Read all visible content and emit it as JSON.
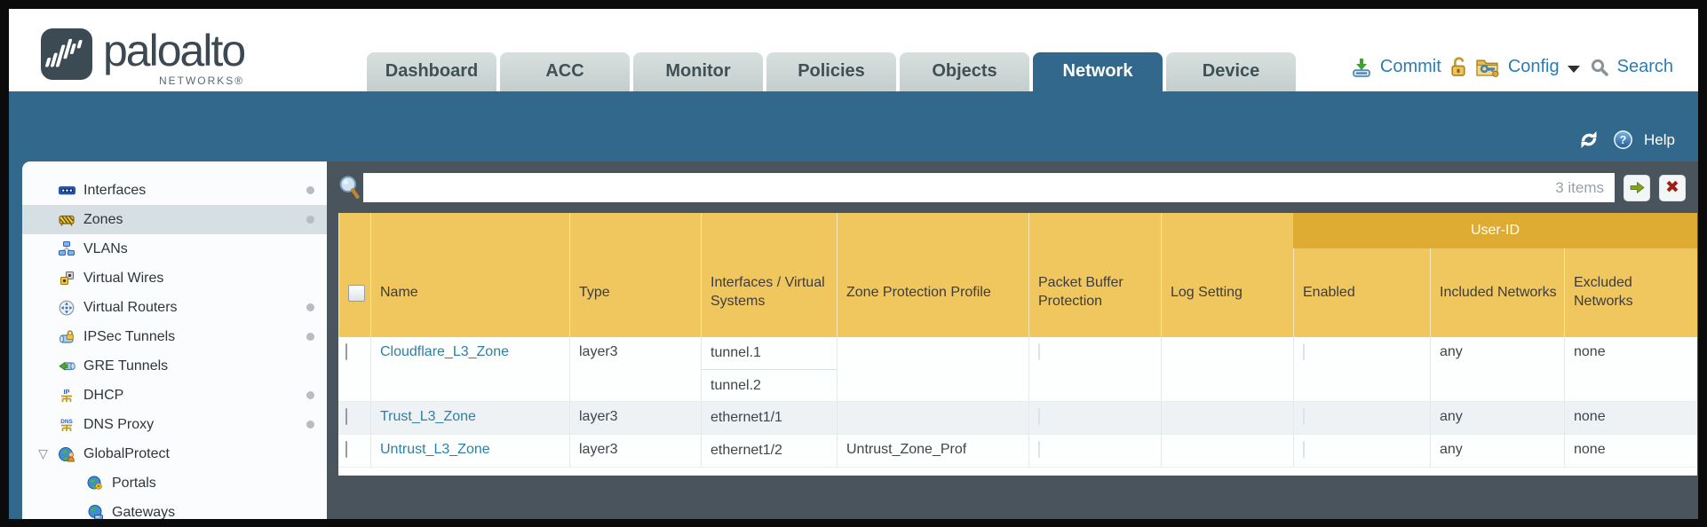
{
  "brand": {
    "wordmark": "paloalto",
    "subtext": "NETWORKS®"
  },
  "nav": {
    "tabs": [
      {
        "label": "Dashboard"
      },
      {
        "label": "ACC"
      },
      {
        "label": "Monitor"
      },
      {
        "label": "Policies"
      },
      {
        "label": "Objects"
      },
      {
        "label": "Network"
      },
      {
        "label": "Device"
      }
    ],
    "active_tab": "Network",
    "actions": {
      "commit": "Commit",
      "config": "Config",
      "search": "Search"
    }
  },
  "banner": {
    "help": "Help"
  },
  "sidebar": {
    "items": [
      {
        "label": "Interfaces",
        "has_status_dot": true
      },
      {
        "label": "Zones",
        "has_status_dot": true,
        "selected": true
      },
      {
        "label": "VLANs"
      },
      {
        "label": "Virtual Wires"
      },
      {
        "label": "Virtual Routers",
        "has_status_dot": true
      },
      {
        "label": "IPSec Tunnels",
        "has_status_dot": true
      },
      {
        "label": "GRE Tunnels"
      },
      {
        "label": "DHCP",
        "has_status_dot": true
      },
      {
        "label": "DNS Proxy",
        "has_status_dot": true
      },
      {
        "label": "GlobalProtect",
        "expanded": true
      },
      {
        "label": "Portals",
        "indented": true
      },
      {
        "label": "Gateways",
        "indented": true
      }
    ]
  },
  "toolbar": {
    "filter_value": "",
    "items_count": "3 items"
  },
  "table": {
    "group_header": "User-ID",
    "columns": [
      "Name",
      "Type",
      "Interfaces / Virtual Systems",
      "Zone Protection Profile",
      "Packet Buffer Protection",
      "Log Setting",
      "Enabled",
      "Included Networks",
      "Excluded Networks"
    ],
    "rows": [
      {
        "name": "Cloudflare_L3_Zone",
        "type": "layer3",
        "interfaces": [
          "tunnel.1",
          "tunnel.2"
        ],
        "zone_protection_profile": "",
        "packet_buffer_protection": false,
        "log_setting": "",
        "user_id_enabled": false,
        "included_networks": "any",
        "excluded_networks": "none"
      },
      {
        "name": "Trust_L3_Zone",
        "type": "layer3",
        "interfaces": [
          "ethernet1/1"
        ],
        "zone_protection_profile": "",
        "packet_buffer_protection": false,
        "log_setting": "",
        "user_id_enabled": false,
        "included_networks": "any",
        "excluded_networks": "none"
      },
      {
        "name": "Untrust_L3_Zone",
        "type": "layer3",
        "interfaces": [
          "ethernet1/2"
        ],
        "zone_protection_profile": "Untrust_Zone_Prof",
        "packet_buffer_protection": false,
        "log_setting": "",
        "user_id_enabled": false,
        "included_networks": "any",
        "excluded_networks": "none"
      }
    ]
  },
  "colors": {
    "accent_blue": "#32688b",
    "header_gold": "#f0c75f",
    "user_id_gold": "#deac32",
    "link_blue": "#2e7fa6",
    "content_slate": "#4a545c"
  }
}
